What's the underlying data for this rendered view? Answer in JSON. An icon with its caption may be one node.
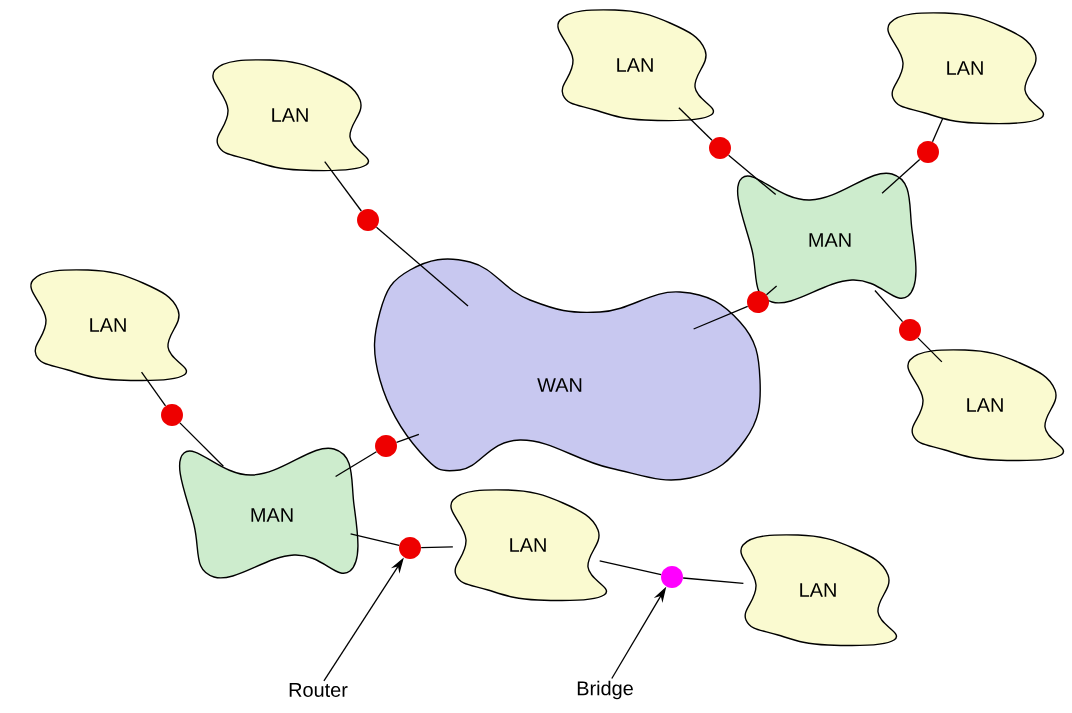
{
  "diagram": {
    "nodes": [
      {
        "text": [
          "LAN"
        ]
      },
      {
        "text": [
          "LAN"
        ]
      },
      {
        "text": [
          "LAN"
        ]
      },
      {
        "text": [
          "MAN"
        ]
      },
      {
        "text": [
          "LAN"
        ]
      },
      {
        "text": [
          "WAN"
        ]
      },
      {
        "text": [
          "LAN"
        ]
      },
      {
        "text": [
          "MAN"
        ]
      },
      {
        "text": [
          "LAN"
        ]
      },
      {
        "text": [
          "LAN"
        ]
      },
      {
        "text": [],
        "shape": "circle"
      },
      {
        "text": [],
        "shape": "circle"
      },
      {
        "text": [],
        "shape": "circle"
      },
      {
        "text": [],
        "shape": "circle"
      },
      {
        "text": [],
        "shape": "circle"
      },
      {
        "text": [],
        "shape": "circle"
      },
      {
        "text": [],
        "shape": "circle"
      },
      {
        "text": [],
        "shape": "circle"
      },
      {
        "text": [],
        "shape": "circle"
      },
      {
        "text": [
          "Router"
        ]
      },
      {
        "text": [
          "Bridge"
        ]
      }
    ],
    "edges": [
      {
        "from": 0,
        "to": 10,
        "arrow": "none"
      },
      {
        "from": 10,
        "to": 3,
        "arrow": "none"
      },
      {
        "from": 1,
        "to": 11,
        "arrow": "none"
      },
      {
        "from": 11,
        "to": 3,
        "arrow": "none"
      },
      {
        "from": 2,
        "to": 12,
        "arrow": "none"
      },
      {
        "from": 12,
        "to": 5,
        "arrow": "none"
      },
      {
        "from": 5,
        "to": 13,
        "arrow": "none"
      },
      {
        "from": 13,
        "to": 3,
        "arrow": "none"
      },
      {
        "from": 3,
        "to": 14,
        "arrow": "none"
      },
      {
        "from": 14,
        "to": 6,
        "arrow": "none"
      },
      {
        "from": 4,
        "to": 15,
        "arrow": "none"
      },
      {
        "from": 15,
        "to": 7,
        "arrow": "none"
      },
      {
        "from": 7,
        "to": 16,
        "arrow": "none"
      },
      {
        "from": 16,
        "to": 5,
        "arrow": "none"
      },
      {
        "from": 7,
        "to": 17,
        "arrow": "none"
      },
      {
        "from": 17,
        "to": 8,
        "arrow": "none"
      },
      {
        "from": 8,
        "to": 18,
        "arrow": "none"
      },
      {
        "from": 18,
        "to": 9,
        "arrow": "none"
      },
      {
        "from": 19,
        "to": 17,
        "arrow": "to"
      },
      {
        "from": 20,
        "to": 18,
        "arrow": "to"
      }
    ]
  }
}
